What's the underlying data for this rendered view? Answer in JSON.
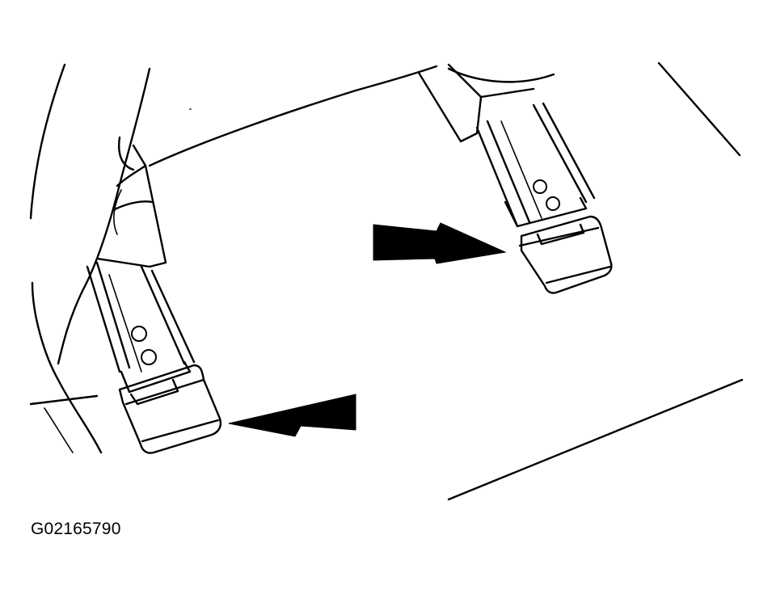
{
  "figure": {
    "id_label": "G02165790"
  },
  "callouts": [
    {
      "name": "arrow-to-left-shoe",
      "direction": "left"
    },
    {
      "name": "arrow-to-right-shoe",
      "direction": "right"
    }
  ],
  "colors": {
    "line": "#000000",
    "background": "#ffffff"
  }
}
